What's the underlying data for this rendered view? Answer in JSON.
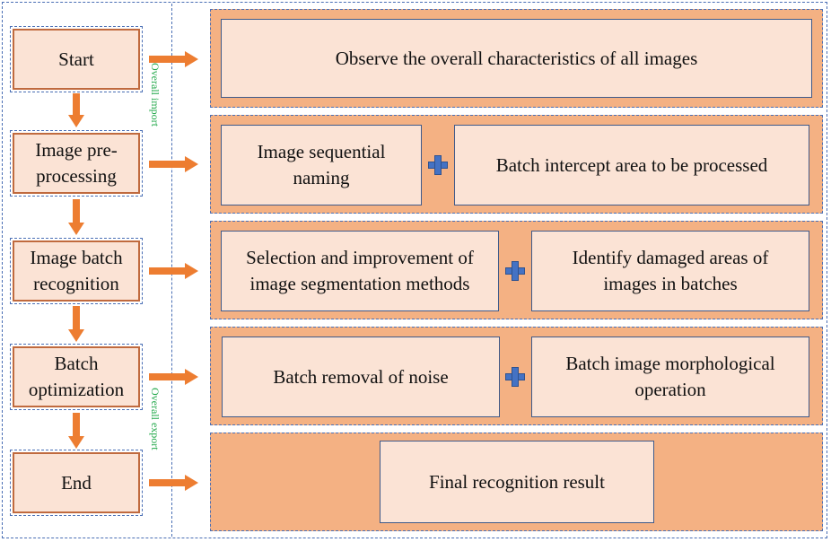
{
  "steps": [
    {
      "id": "start",
      "label": "Start"
    },
    {
      "id": "preprocessing",
      "label": "Image pre-\nprocessing"
    },
    {
      "id": "recognition",
      "label": "Image batch\nrecognition"
    },
    {
      "id": "optimization",
      "label": "Batch\noptimization"
    },
    {
      "id": "end",
      "label": "End"
    }
  ],
  "side_labels": {
    "import": "Overall import",
    "export": "Overall export"
  },
  "panels": {
    "observe": "Observe the overall characteristics of all images",
    "preprocessing": {
      "left": "Image sequential\nnaming",
      "right": "Batch intercept area to be processed"
    },
    "recognition": {
      "left": "Selection and improvement of\nimage segmentation methods",
      "right": "Identify damaged areas of\nimages in batches"
    },
    "optimization": {
      "left": "Batch removal of noise",
      "right": "Batch image morphological\noperation"
    },
    "final": "Final recognition result"
  },
  "icons": [
    "plus-icon",
    "arrow-right-icon",
    "arrow-down-icon"
  ],
  "colors": {
    "panel_fill": "#f4b183",
    "box_fill": "#fbe3d5",
    "arrow": "#ed7d31",
    "plus": "#4472c4",
    "dashed_border": "#4a6fb5",
    "side_label": "#22a84a"
  }
}
